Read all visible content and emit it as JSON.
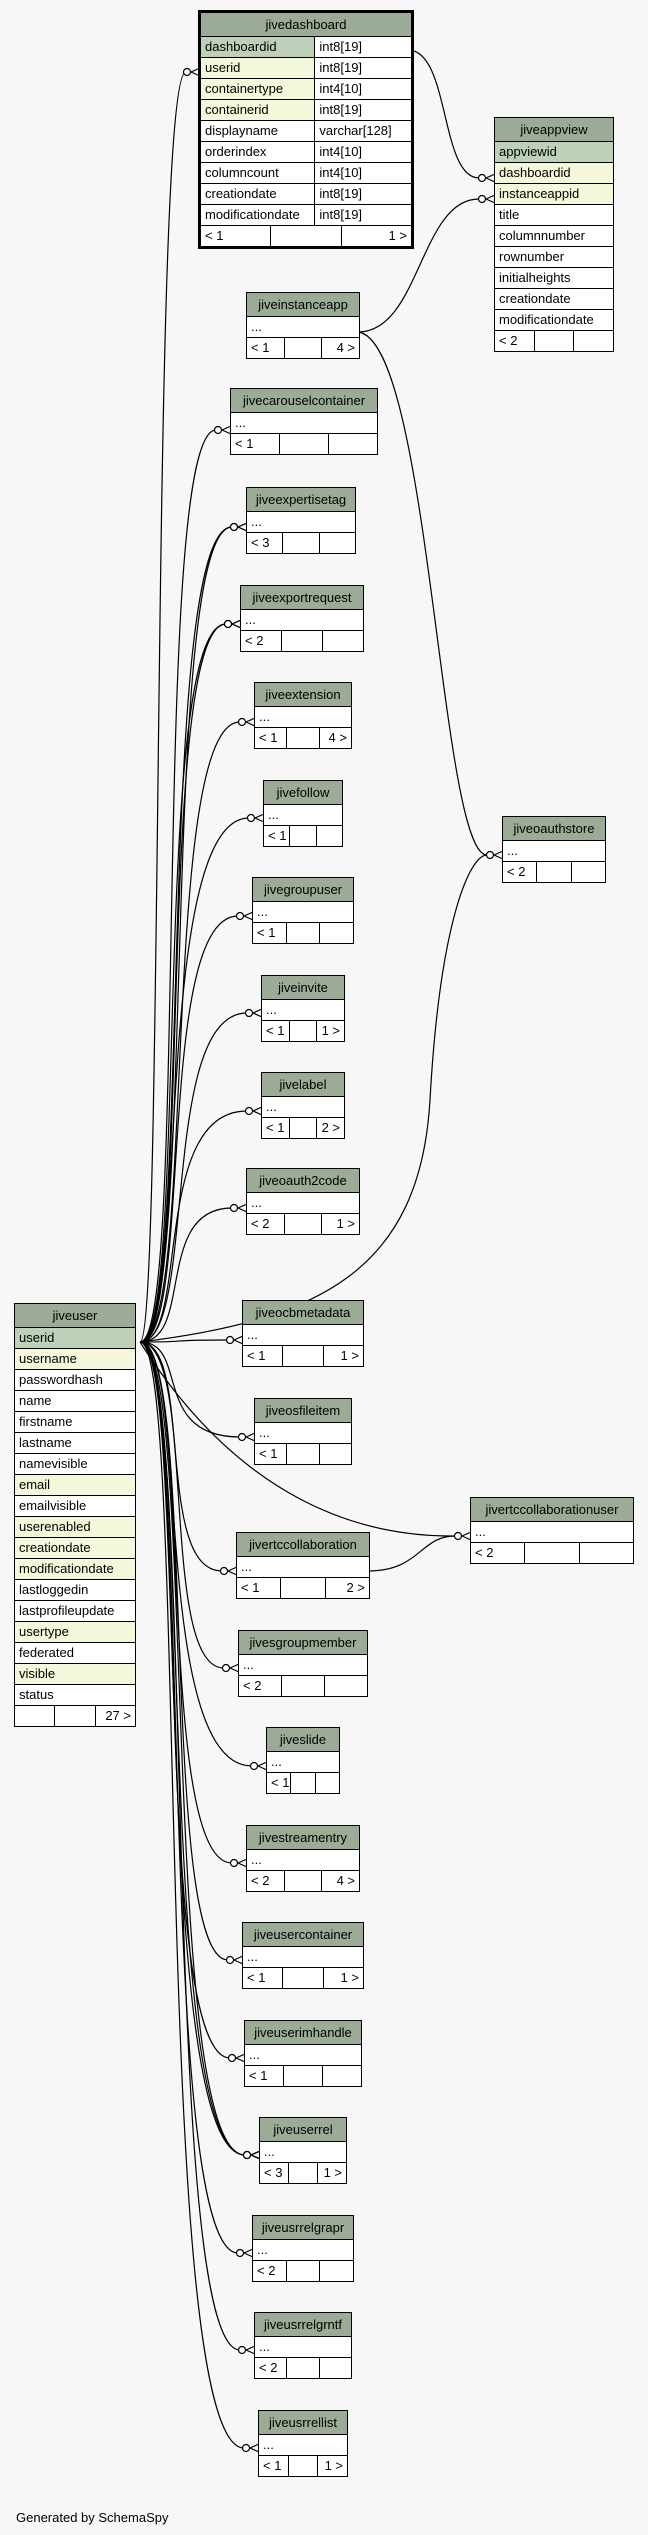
{
  "footer": "Generated by SchemaSpy",
  "tables": {
    "jivedashboard": {
      "title": "jivedashboard",
      "columns": [
        {
          "name": "dashboardid",
          "type": "int8[19]",
          "style": "pk"
        },
        {
          "name": "userid",
          "type": "int8[19]",
          "style": "idx"
        },
        {
          "name": "containertype",
          "type": "int4[10]",
          "style": "idx"
        },
        {
          "name": "containerid",
          "type": "int8[19]",
          "style": "idx"
        },
        {
          "name": "displayname",
          "type": "varchar[128]",
          "style": ""
        },
        {
          "name": "orderindex",
          "type": "int4[10]",
          "style": ""
        },
        {
          "name": "columncount",
          "type": "int4[10]",
          "style": ""
        },
        {
          "name": "creationdate",
          "type": "int8[19]",
          "style": ""
        },
        {
          "name": "modificationdate",
          "type": "int8[19]",
          "style": ""
        }
      ],
      "footer": [
        "< 1",
        "",
        "1 >"
      ]
    },
    "jiveappview": {
      "title": "jiveappview",
      "columns": [
        {
          "name": "appviewid",
          "style": "pk"
        },
        {
          "name": "dashboardid",
          "style": "idx"
        },
        {
          "name": "instanceappid",
          "style": "idx"
        },
        {
          "name": "title",
          "style": ""
        },
        {
          "name": "columnnumber",
          "style": ""
        },
        {
          "name": "rownumber",
          "style": ""
        },
        {
          "name": "initialheights",
          "style": ""
        },
        {
          "name": "creationdate",
          "style": ""
        },
        {
          "name": "modificationdate",
          "style": ""
        }
      ],
      "footer": [
        "< 2",
        "",
        ""
      ]
    },
    "jiveinstanceapp": {
      "title": "jiveinstanceapp",
      "body": "...",
      "footer": [
        "< 1",
        "",
        "4 >"
      ]
    },
    "jivecarouselcontainer": {
      "title": "jivecarouselcontainer",
      "body": "...",
      "footer": [
        "< 1",
        "",
        ""
      ]
    },
    "jiveexpertisetag": {
      "title": "jiveexpertisetag",
      "body": "...",
      "footer": [
        "< 3",
        "",
        ""
      ]
    },
    "jiveexportrequest": {
      "title": "jiveexportrequest",
      "body": "...",
      "footer": [
        "< 2",
        "",
        ""
      ]
    },
    "jiveextension": {
      "title": "jiveextension",
      "body": "...",
      "footer": [
        "< 1",
        "",
        "4 >"
      ]
    },
    "jivefollow": {
      "title": "jivefollow",
      "body": "...",
      "footer": [
        "< 1",
        "",
        ""
      ]
    },
    "jivegroupuser": {
      "title": "jivegroupuser",
      "body": "...",
      "footer": [
        "< 1",
        "",
        ""
      ]
    },
    "jiveinvite": {
      "title": "jiveinvite",
      "body": "...",
      "footer": [
        "< 1",
        "",
        "1 >"
      ]
    },
    "jivelabel": {
      "title": "jivelabel",
      "body": "...",
      "footer": [
        "< 1",
        "",
        "2 >"
      ]
    },
    "jiveoauth2code": {
      "title": "jiveoauth2code",
      "body": "...",
      "footer": [
        "< 2",
        "",
        "1 >"
      ]
    },
    "jiveoauthstore": {
      "title": "jiveoauthstore",
      "body": "...",
      "footer": [
        "< 2",
        "",
        ""
      ]
    },
    "jiveocbmetadata": {
      "title": "jiveocbmetadata",
      "body": "...",
      "footer": [
        "< 1",
        "",
        "1 >"
      ]
    },
    "jiveosfileitem": {
      "title": "jiveosfileitem",
      "body": "...",
      "footer": [
        "< 1",
        "",
        ""
      ]
    },
    "jivertccollaborationuser": {
      "title": "jivertccollaborationuser",
      "body": "...",
      "footer": [
        "< 2",
        "",
        ""
      ]
    },
    "jivertccollaboration": {
      "title": "jivertccollaboration",
      "body": "...",
      "footer": [
        "< 1",
        "",
        "2 >"
      ]
    },
    "jivesgroupmember": {
      "title": "jivesgroupmember",
      "body": "...",
      "footer": [
        "< 2",
        "",
        ""
      ]
    },
    "jiveslide": {
      "title": "jiveslide",
      "body": "...",
      "footer": [
        "< 1",
        "",
        ""
      ]
    },
    "jivestreamentry": {
      "title": "jivestreamentry",
      "body": "...",
      "footer": [
        "< 2",
        "",
        "4 >"
      ]
    },
    "jiveusercontainer": {
      "title": "jiveusercontainer",
      "body": "...",
      "footer": [
        "< 1",
        "",
        "1 >"
      ]
    },
    "jiveuserimhandle": {
      "title": "jiveuserimhandle",
      "body": "...",
      "footer": [
        "< 1",
        "",
        ""
      ]
    },
    "jiveuserrel": {
      "title": "jiveuserrel",
      "body": "...",
      "footer": [
        "< 3",
        "",
        "1 >"
      ]
    },
    "jiveusrrelgrapr": {
      "title": "jiveusrrelgrapr",
      "body": "...",
      "footer": [
        "< 2",
        "",
        ""
      ]
    },
    "jiveusrrelgrntf": {
      "title": "jiveusrrelgrntf",
      "body": "...",
      "footer": [
        "< 2",
        "",
        ""
      ]
    },
    "jiveusrrellist": {
      "title": "jiveusrrellist",
      "body": "...",
      "footer": [
        "< 1",
        "",
        "1 >"
      ]
    },
    "jiveuser": {
      "title": "jiveuser",
      "columns": [
        {
          "name": "userid",
          "style": "pk"
        },
        {
          "name": "username",
          "style": "idx"
        },
        {
          "name": "passwordhash",
          "style": ""
        },
        {
          "name": "name",
          "style": ""
        },
        {
          "name": "firstname",
          "style": ""
        },
        {
          "name": "lastname",
          "style": ""
        },
        {
          "name": "namevisible",
          "style": ""
        },
        {
          "name": "email",
          "style": "idx"
        },
        {
          "name": "emailvisible",
          "style": ""
        },
        {
          "name": "userenabled",
          "style": "idx"
        },
        {
          "name": "creationdate",
          "style": "idx"
        },
        {
          "name": "modificationdate",
          "style": "idx"
        },
        {
          "name": "lastloggedin",
          "style": ""
        },
        {
          "name": "lastprofileupdate",
          "style": ""
        },
        {
          "name": "usertype",
          "style": "idx"
        },
        {
          "name": "federated",
          "style": ""
        },
        {
          "name": "visible",
          "style": "idx"
        },
        {
          "name": "status",
          "style": ""
        }
      ],
      "footer": [
        "",
        "",
        "27 >"
      ]
    }
  }
}
